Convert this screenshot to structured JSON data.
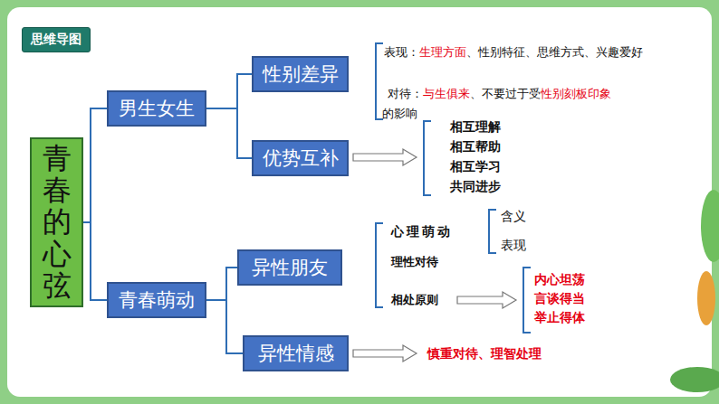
{
  "diagram": {
    "title": "思维导图",
    "nodes": [
      {
        "text": [
          "青春的心弦"
        ]
      },
      {
        "text": [
          "男生女生"
        ]
      },
      {
        "text": [
          "性别差异"
        ]
      },
      {
        "text": [
          "优势互补"
        ]
      },
      {
        "text": [
          "青春萌动"
        ]
      },
      {
        "text": [
          "异性朋友"
        ]
      },
      {
        "text": [
          "异性情感"
        ]
      }
    ],
    "edges": [
      {
        "from": 0,
        "to": 1,
        "arrow": "none"
      },
      {
        "from": 0,
        "to": 4,
        "arrow": "none"
      },
      {
        "from": 1,
        "to": 2,
        "arrow": "none"
      },
      {
        "from": 1,
        "to": 3,
        "arrow": "none"
      },
      {
        "from": 4,
        "to": 5,
        "arrow": "none"
      },
      {
        "from": 4,
        "to": 6,
        "arrow": "none"
      }
    ],
    "labels": [
      "表现：",
      "生理方面",
      "、性别特征、思维方式、兴趣爱好",
      "对待：",
      "与生俱来",
      "、不要过于受",
      "性别刻板印象",
      "的影响",
      "相互理解",
      "相互帮助",
      "相互学习",
      "共同进步",
      "心理萌动",
      "含义",
      "表现",
      "理性对待",
      "相处原则",
      "内心坦荡",
      "言谈得当",
      "举止得体",
      "慎重对待、理智处理"
    ]
  }
}
